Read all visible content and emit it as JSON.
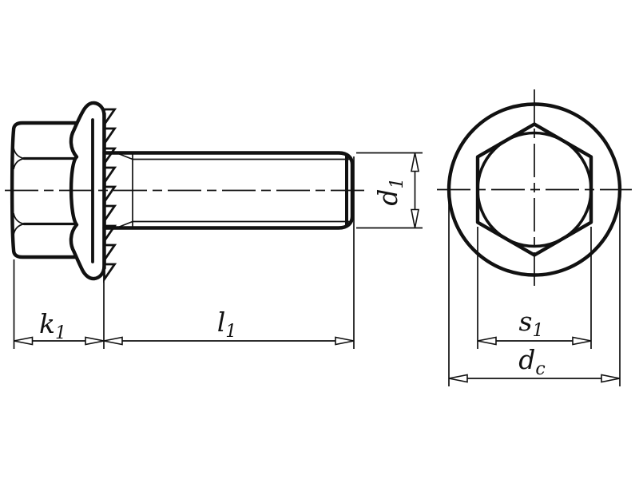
{
  "drawing": {
    "background_color": "#ffffff",
    "line_color": "#111111",
    "dimension_labels": {
      "head_height": {
        "main": "k",
        "sub": "1"
      },
      "shank_length": {
        "main": "l",
        "sub": "1"
      },
      "thread_diameter": {
        "main": "d",
        "sub": "1"
      },
      "width_across_flats": {
        "main": "s",
        "sub": "1"
      },
      "flange_diameter": {
        "main": "d",
        "sub": "c"
      }
    }
  }
}
